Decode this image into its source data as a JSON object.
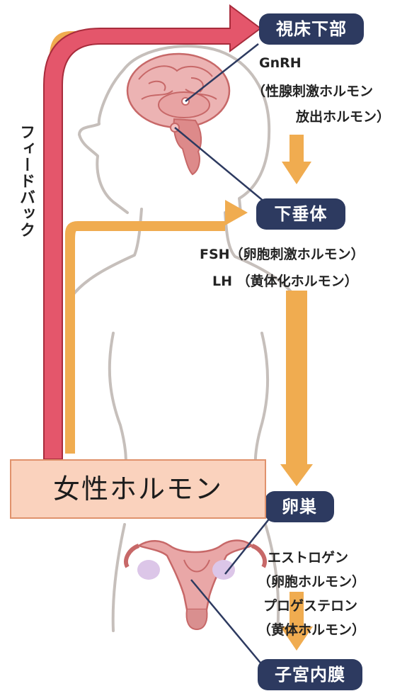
{
  "diagram": {
    "nodes": {
      "hypothalamus": "視床下部",
      "pituitary": "下垂体",
      "ovary": "卵巣",
      "endometrium": "子宮内膜"
    },
    "labels": {
      "gnrh_1": "GnRH",
      "gnrh_2": "（性腺刺激ホルモン",
      "gnrh_3": "放出ホルモン）",
      "fsh": "FSH（卵胞刺激ホルモン）",
      "lh": "LH （黄体化ホルモン）",
      "estrogen_1": "エストロゲン",
      "estrogen_2": "（卵胞ホルモン）",
      "progesterone_1": "プロゲステロン",
      "progesterone_2": "（黄体ホルモン）"
    },
    "feedback": "フィードバック",
    "title_box": "女性ホルモン",
    "colors": {
      "pill": "#2d3a60",
      "orange_arrow": "#f0ac50",
      "feedback_arrow": "#e4566b",
      "box_fill": "#fad2bd",
      "body_outline": "#c6bfbb"
    }
  }
}
